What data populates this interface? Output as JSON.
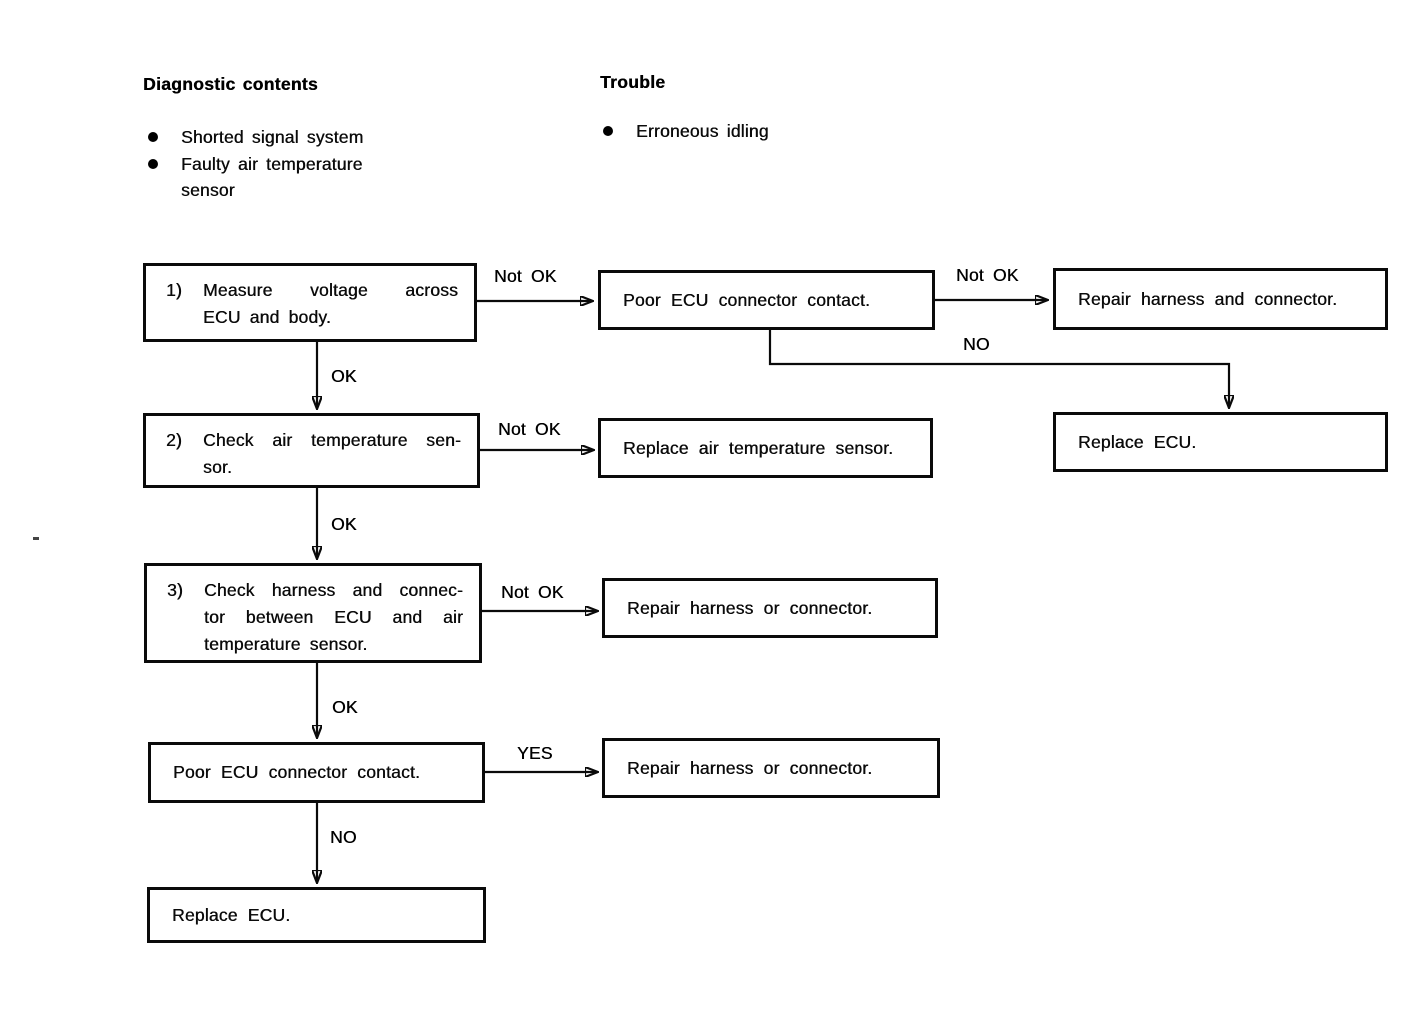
{
  "header": {
    "diagnostic": {
      "title": "Diagnostic contents",
      "items": [
        "Shorted signal system",
        "Faulty air temperature sensor"
      ]
    },
    "trouble": {
      "title": "Trouble",
      "items": [
        "Erroneous idling"
      ]
    }
  },
  "flowchart": {
    "steps": {
      "step1": {
        "number": "1)",
        "lines": [
          "Measure voltage across",
          "ECU and body."
        ]
      },
      "step2": {
        "number": "2)",
        "lines": [
          "Check air temperature sen-",
          "sor."
        ]
      },
      "step3": {
        "number": "3)",
        "lines": [
          "Check harness and connec-",
          "tor between ECU and air",
          "temperature sensor."
        ]
      }
    },
    "boxes": {
      "poor_ecu_top": "Poor ECU connector contact.",
      "repair_harness_and_connector": "Repair harness and connector.",
      "replace_ecu_right": "Replace ECU.",
      "replace_air_temp_sensor": "Replace air temperature sensor.",
      "repair_harness_or_connector_1": "Repair harness or connector.",
      "poor_ecu_bottom": "Poor ECU connector contact.",
      "repair_harness_or_connector_2": "Repair harness or connector.",
      "replace_ecu_bottom": "Replace ECU."
    },
    "labels": {
      "step1_not_ok": "Not OK",
      "poor_ecu_not_ok": "Not OK",
      "poor_ecu_no": "NO",
      "step1_ok": "OK",
      "step2_not_ok": "Not OK",
      "step2_ok": "OK",
      "step3_not_ok": "Not OK",
      "step3_ok": "OK",
      "poor_ecu2_yes": "YES",
      "poor_ecu2_no": "NO"
    }
  }
}
